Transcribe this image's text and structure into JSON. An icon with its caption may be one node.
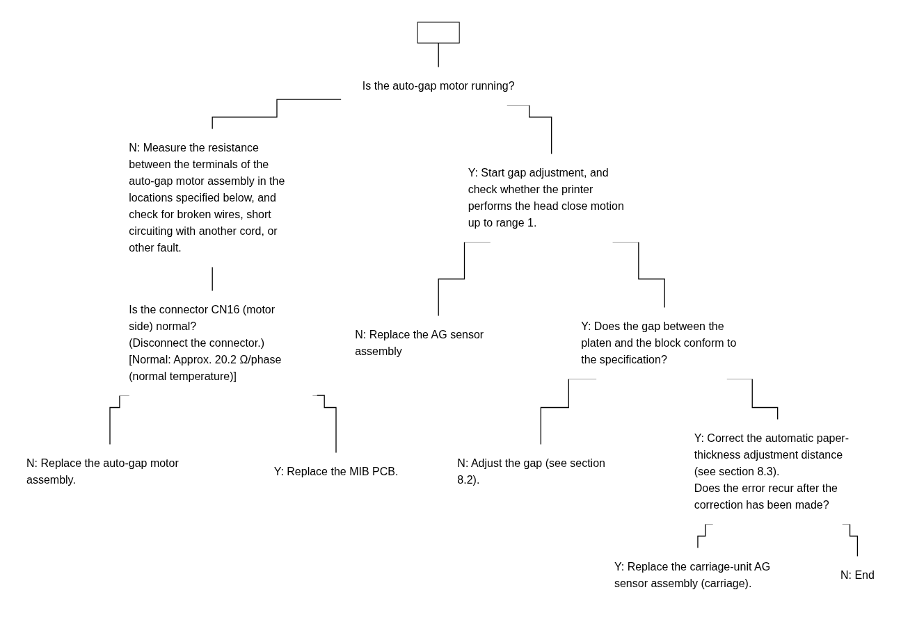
{
  "diagram": {
    "nodes": [
      {
        "text": [],
        "shape": "box"
      },
      {
        "text": [
          "Is the auto-gap motor running?"
        ]
      },
      {
        "text": [
          "N: Measure the resistance between the terminals of the auto-gap motor assembly in the locations specified below, and check for broken wires, short circuiting with another cord, or other fault."
        ]
      },
      {
        "text": [
          "Is the connector CN16 (motor side) normal?",
          "(Disconnect the connector.)",
          "[Normal: Approx. 20.2 Ω/phase (normal temperature)]"
        ]
      },
      {
        "text": [
          "N: Replace the auto-gap motor assembly."
        ]
      },
      {
        "text": [
          "Y: Replace the MIB PCB."
        ]
      },
      {
        "text": [
          "Y: Start gap adjustment, and check whether the printer performs the head close motion up to range 1."
        ]
      },
      {
        "text": [
          "N: Replace the AG sensor assembly"
        ]
      },
      {
        "text": [
          "Y: Does the gap between the platen and the block conform to the specification?"
        ]
      },
      {
        "text": [
          "N: Adjust the gap (see section 8.2)."
        ]
      },
      {
        "text": [
          "Y: Correct the automatic paper-thickness adjustment distance (see section 8.3).",
          "Does the error recur after the correction has been made?"
        ]
      },
      {
        "text": [
          "Y: Replace the carriage-unit AG sensor assembly (carriage)."
        ]
      },
      {
        "text": [
          "N: End"
        ]
      }
    ],
    "edges": [
      {
        "from": 0,
        "to": 1,
        "arrow": "none"
      },
      {
        "from": 1,
        "to": 2,
        "arrow": "none"
      },
      {
        "from": 2,
        "to": 3,
        "arrow": "none"
      },
      {
        "from": 3,
        "to": 4,
        "arrow": "none"
      },
      {
        "from": 3,
        "to": 5,
        "arrow": "none"
      },
      {
        "from": 1,
        "to": 6,
        "arrow": "none"
      },
      {
        "from": 6,
        "to": 7,
        "arrow": "none"
      },
      {
        "from": 6,
        "to": 8,
        "arrow": "none"
      },
      {
        "from": 8,
        "to": 9,
        "arrow": "none"
      },
      {
        "from": 8,
        "to": 10,
        "arrow": "none"
      },
      {
        "from": 10,
        "to": 11,
        "arrow": "none"
      },
      {
        "from": 10,
        "to": 12,
        "arrow": "none"
      }
    ]
  }
}
